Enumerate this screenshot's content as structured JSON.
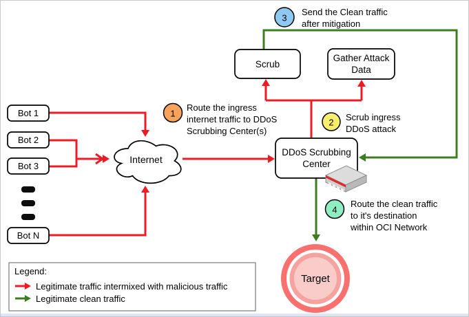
{
  "colors": {
    "red": "#EB1C24",
    "green": "#3D7D21",
    "step1": "#F7A35C",
    "step2": "#F8EE6E",
    "step3": "#8FC9F1",
    "step4": "#8FEDC4",
    "targetOuter": "#F9706E",
    "targetMid": "#F5A3A1",
    "targetInner": "#F9CCCA"
  },
  "nodes": {
    "bot1": "Bot 1",
    "bot2": "Bot 2",
    "bot3": "Bot 3",
    "botN": "Bot N",
    "internet": "Internet",
    "scrub": "Scrub",
    "gather": "Gather Attack\nData",
    "ddos": "DDoS Scrubbing\nCenter",
    "target": "Target"
  },
  "steps": [
    {
      "num": "1",
      "text": "Route the ingress\ninternet traffic to DDoS\nScrubbing Center(s)"
    },
    {
      "num": "2",
      "text": "Scrub ingress\nDDoS attack"
    },
    {
      "num": "3",
      "text": "Send the Clean traffic\nafter mitigation"
    },
    {
      "num": "4",
      "text": "Route the clean traffic\nto it's destination\nwithin OCI Network"
    }
  ],
  "legend": {
    "title": "Legend:",
    "items": [
      {
        "label": "Legitimate traffic intermixed with malicious traffic"
      },
      {
        "label": "Legitimate clean traffic"
      }
    ]
  }
}
